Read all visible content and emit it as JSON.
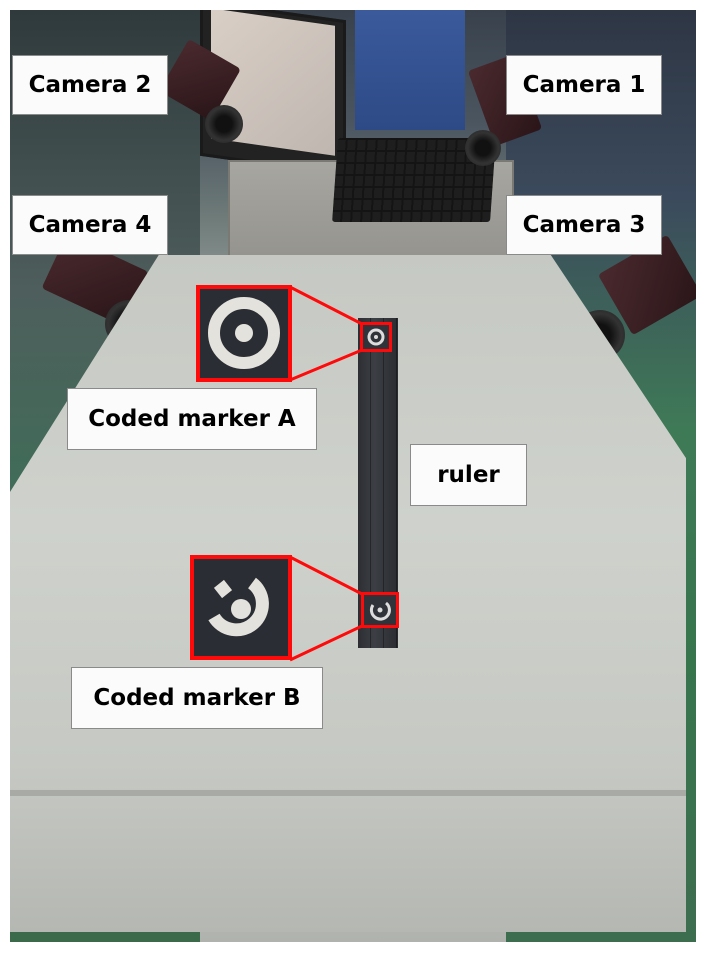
{
  "figure": {
    "description": "Photo of measurement setup: four cameras around a table with a ruler carrying two coded markers",
    "annotation_color": "#ff0a0a",
    "labels": {
      "camera_1": "Camera 1",
      "camera_2": "Camera 2",
      "camera_3": "Camera 3",
      "camera_4": "Camera 4",
      "marker_a": "Coded marker A",
      "marker_b": "Coded marker B",
      "ruler": "ruler"
    },
    "insets": [
      {
        "id": "marker_a",
        "glyph": "concentric-ring-target"
      },
      {
        "id": "marker_b",
        "glyph": "coded-ring-target"
      }
    ]
  }
}
